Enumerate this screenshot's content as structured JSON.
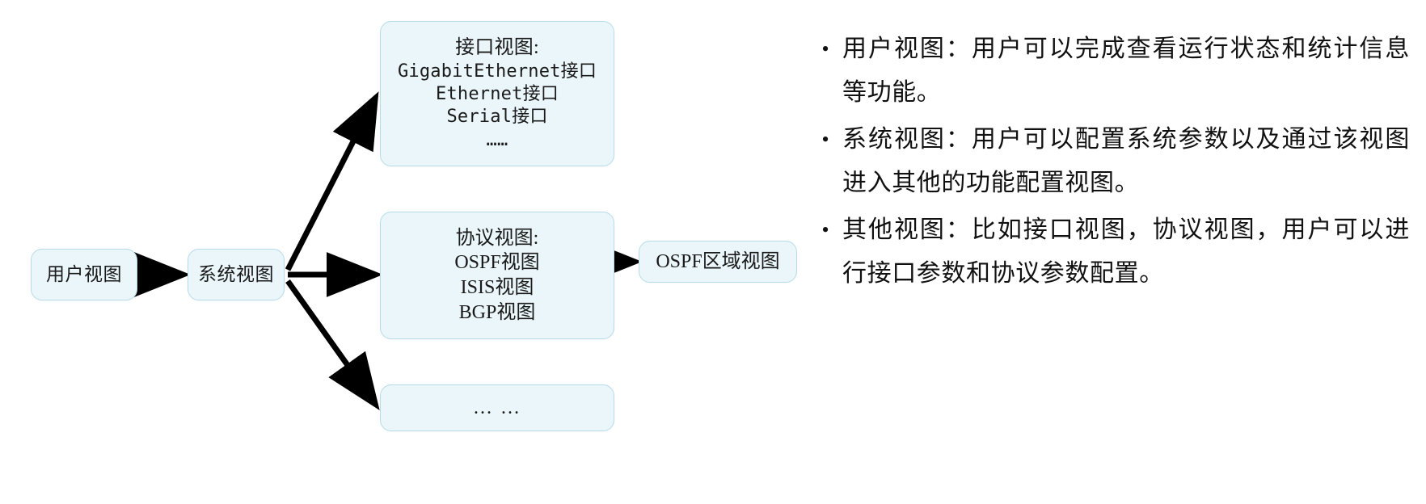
{
  "diagram": {
    "nodes": {
      "user_view": {
        "label": "用户视图"
      },
      "system_view": {
        "label": "系统视图"
      },
      "interface_view": {
        "lines": [
          "接口视图:",
          "GigabitEthernet接口",
          "Ethernet接口",
          "Serial接口",
          "……"
        ]
      },
      "protocol_view": {
        "lines": [
          "协议视图:",
          "OSPF视图",
          "ISIS视图",
          "BGP视图"
        ]
      },
      "other_view": {
        "label": "… …"
      },
      "ospf_area_view": {
        "label": "OSPF区域视图"
      }
    },
    "edges": [
      {
        "from": "user_view",
        "to": "system_view"
      },
      {
        "from": "system_view",
        "to": "interface_view"
      },
      {
        "from": "system_view",
        "to": "protocol_view"
      },
      {
        "from": "system_view",
        "to": "other_view"
      },
      {
        "from": "protocol_view",
        "to": "ospf_area_view"
      }
    ],
    "colors": {
      "node_fill": "#eaf6fa",
      "node_border": "#b6dce8",
      "arrow": "#000000",
      "text": "#1a1a1a",
      "background": "#ffffff"
    }
  },
  "bullets": [
    {
      "marker": "•",
      "text": "用户视图：用户可以完成查看运行状态和统计信息等功能。"
    },
    {
      "marker": "•",
      "text": "系统视图：用户可以配置系统参数以及通过该视图进入其他的功能配置视图。"
    },
    {
      "marker": "•",
      "text": "其他视图：比如接口视图，协议视图，用户可以进行接口参数和协议参数配置。"
    }
  ]
}
